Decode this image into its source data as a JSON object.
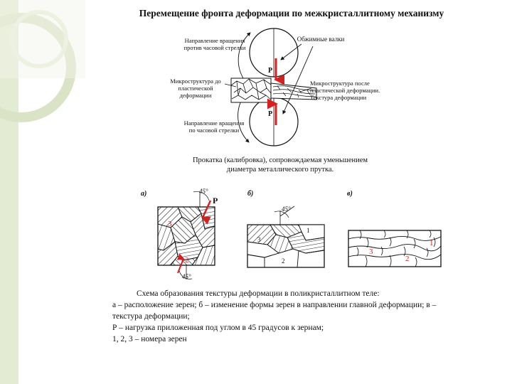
{
  "slide": {
    "title": "Перемещение фронта деформации по межкристаллитному механизму"
  },
  "rolling_diagram": {
    "label_ccw": "Направление вращения против часовой стрелки",
    "label_rolls": "Обжимные валки",
    "label_before": "Микроструктура до пластической деформации",
    "label_after": "Микроструктура после пластической деформации. Текстура деформации",
    "label_cw": "Направление вращения по часовой стрелки",
    "force_top": "P",
    "force_bottom": "P",
    "caption": "Прокатка (калибровка), сопровождаемая уменьшением диаметра металлического прутка."
  },
  "texture_schema": {
    "panel_a": "а)",
    "panel_b": "б)",
    "panel_c": "в)",
    "angle_label": "45°",
    "force": "P",
    "grain_1": "1",
    "grain_2": "2",
    "grain_3": "3"
  },
  "description": {
    "line1": "Схема образования текстуры деформации в поликристаллитном теле:",
    "line2": "а – расположение зерен; б – изменение формы зерен в направлении главной деформации; в – текстура деформации;",
    "line3": "Р – нагрузка приложенная под углом в 45 градусов к зернам;",
    "line4": "1, 2, 3 – номера зерен"
  },
  "colors": {
    "force_arrow": "#d62020",
    "grain_number": "#d02020",
    "slide_decor": "#dde6c8"
  }
}
